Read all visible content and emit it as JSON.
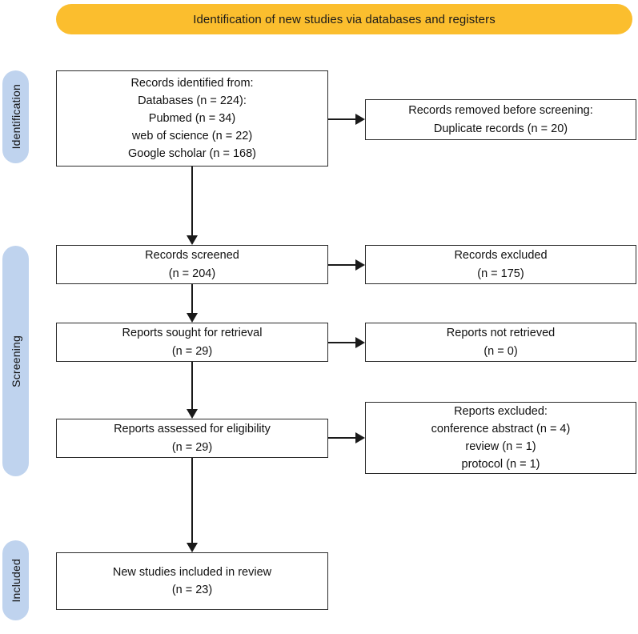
{
  "banner": {
    "title": "Identification of new studies via databases and registers",
    "color": "#FBBE2E"
  },
  "stages": {
    "identification": {
      "label": "Identification",
      "color": "#BFD3EE"
    },
    "screening": {
      "label": "Screening",
      "color": "#BFD3EE"
    },
    "included": {
      "label": "Included",
      "color": "#BFD3EE"
    }
  },
  "boxes": {
    "identified": {
      "lines": [
        "Records identified from:",
        "Databases (n = 224):",
        "Pubmed (n = 34)",
        "web of science (n = 22)",
        "Google scholar (n = 168)"
      ]
    },
    "removed": {
      "lines": [
        "Records removed before screening:",
        "Duplicate records (n = 20)"
      ]
    },
    "screened": {
      "lines": [
        "Records screened",
        "(n = 204)"
      ]
    },
    "excluded": {
      "lines": [
        "Records excluded",
        "(n = 175)"
      ]
    },
    "sought": {
      "lines": [
        "Reports sought for retrieval",
        "(n = 29)"
      ]
    },
    "notretrieved": {
      "lines": [
        "Reports not retrieved",
        "(n = 0)"
      ]
    },
    "assessed": {
      "lines": [
        "Reports assessed for eligibility",
        "(n = 29)"
      ]
    },
    "reportsexcluded": {
      "lines": [
        "Reports excluded:",
        "conference abstract (n = 4)",
        "review (n = 1)",
        "protocol (n = 1)"
      ]
    },
    "included": {
      "lines": [
        "New studies included in review",
        "(n = 23)"
      ]
    }
  },
  "chart_data": {
    "type": "table",
    "title": "Identification of new studies via databases and registers",
    "nodes": [
      {
        "id": "identified",
        "stage": "Identification",
        "label": "Records identified from",
        "total": 224,
        "sources": [
          {
            "name": "Pubmed",
            "n": 34
          },
          {
            "name": "web of science",
            "n": 22
          },
          {
            "name": "Google scholar",
            "n": 168
          }
        ]
      },
      {
        "id": "removed",
        "stage": "Identification",
        "label": "Records removed before screening: Duplicate records",
        "n": 20
      },
      {
        "id": "screened",
        "stage": "Screening",
        "label": "Records screened",
        "n": 204
      },
      {
        "id": "excluded",
        "stage": "Screening",
        "label": "Records excluded",
        "n": 175
      },
      {
        "id": "sought",
        "stage": "Screening",
        "label": "Reports sought for retrieval",
        "n": 29
      },
      {
        "id": "notretrieved",
        "stage": "Screening",
        "label": "Reports not retrieved",
        "n": 0
      },
      {
        "id": "assessed",
        "stage": "Screening",
        "label": "Reports assessed for eligibility",
        "n": 29
      },
      {
        "id": "reportsexcluded",
        "stage": "Screening",
        "label": "Reports excluded",
        "reasons": [
          {
            "name": "conference abstract",
            "n": 4
          },
          {
            "name": "review",
            "n": 1
          },
          {
            "name": "protocol",
            "n": 1
          }
        ]
      },
      {
        "id": "included",
        "stage": "Included",
        "label": "New studies included in review",
        "n": 23
      }
    ],
    "edges": [
      {
        "from": "identified",
        "to": "removed"
      },
      {
        "from": "identified",
        "to": "screened"
      },
      {
        "from": "screened",
        "to": "excluded"
      },
      {
        "from": "screened",
        "to": "sought"
      },
      {
        "from": "sought",
        "to": "notretrieved"
      },
      {
        "from": "sought",
        "to": "assessed"
      },
      {
        "from": "assessed",
        "to": "reportsexcluded"
      },
      {
        "from": "assessed",
        "to": "included"
      }
    ]
  }
}
